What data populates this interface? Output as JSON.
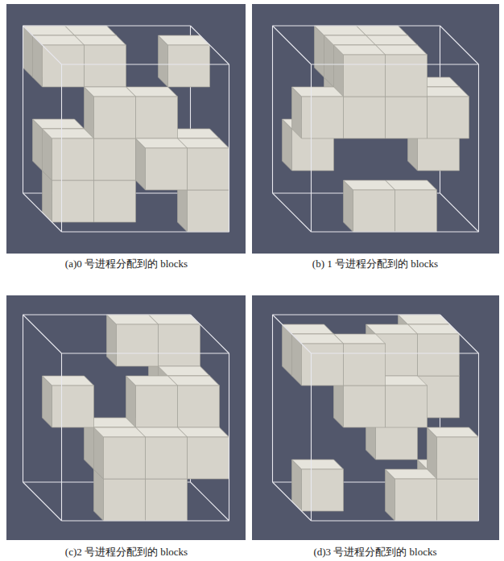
{
  "diagram": {
    "labels": [
      "(a)0 号进程分配到的 blocks",
      "(b) 1 号进程分配到的 blocks",
      "(c)2 号进程分配到的 blocks",
      "(d)3 号进程分配到的 blocks"
    ]
  }
}
